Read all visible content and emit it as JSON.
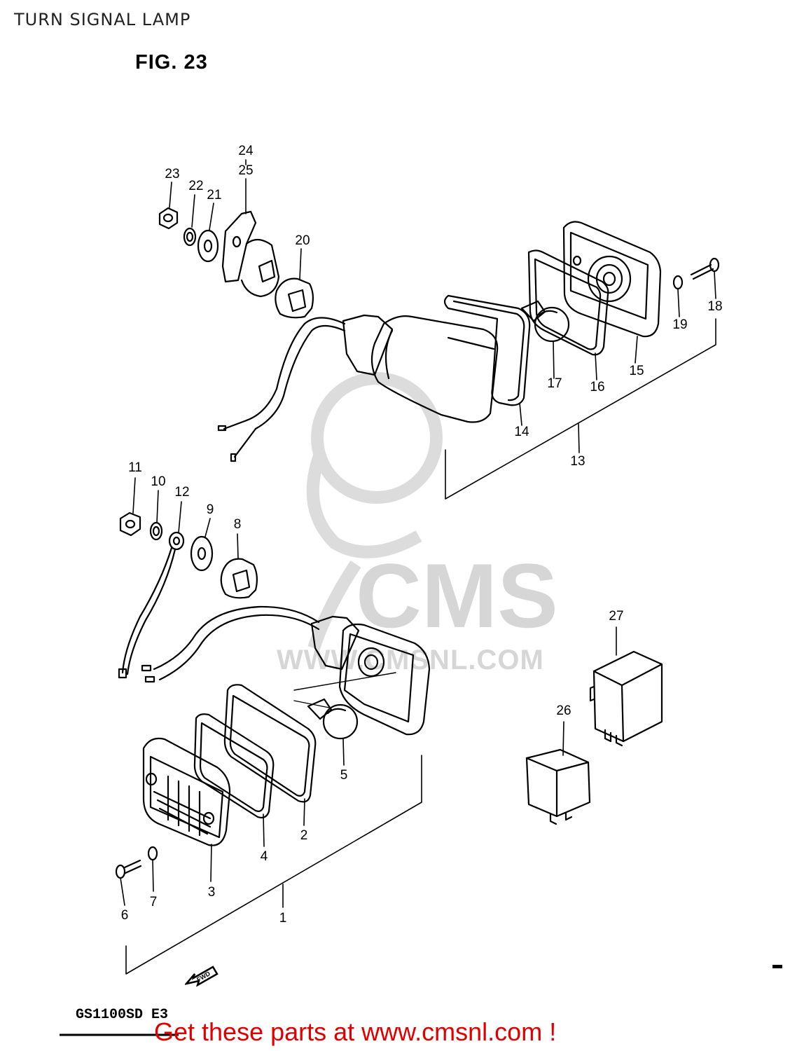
{
  "page_title": "TURN SIGNAL LAMP",
  "figure": "FIG. 23",
  "model_code": "GS1100SD E3",
  "direction_label": "FWD",
  "watermark": {
    "brand": "CMS",
    "site": "WWW.CMSNL.COM"
  },
  "footer": {
    "call_to_action": "Get these parts at www.cmsnl.com !"
  },
  "part_labels": {
    "p1": "1",
    "p2": "2",
    "p3": "3",
    "p4": "4",
    "p5": "5",
    "p6": "6",
    "p7": "7",
    "p8": "8",
    "p9": "9",
    "p10": "10",
    "p11": "11",
    "p12": "12",
    "p13": "13",
    "p14": "14",
    "p15": "15",
    "p16": "16",
    "p17": "17",
    "p18": "18",
    "p19": "19",
    "p20": "20",
    "p21": "21",
    "p22": "22",
    "p23": "23",
    "p24": "24",
    "p25": "25",
    "p26": "26",
    "p27": "27"
  },
  "colors": {
    "line": "#000000",
    "watermark": "#d9d9d9",
    "footer_text": "#e00000"
  }
}
